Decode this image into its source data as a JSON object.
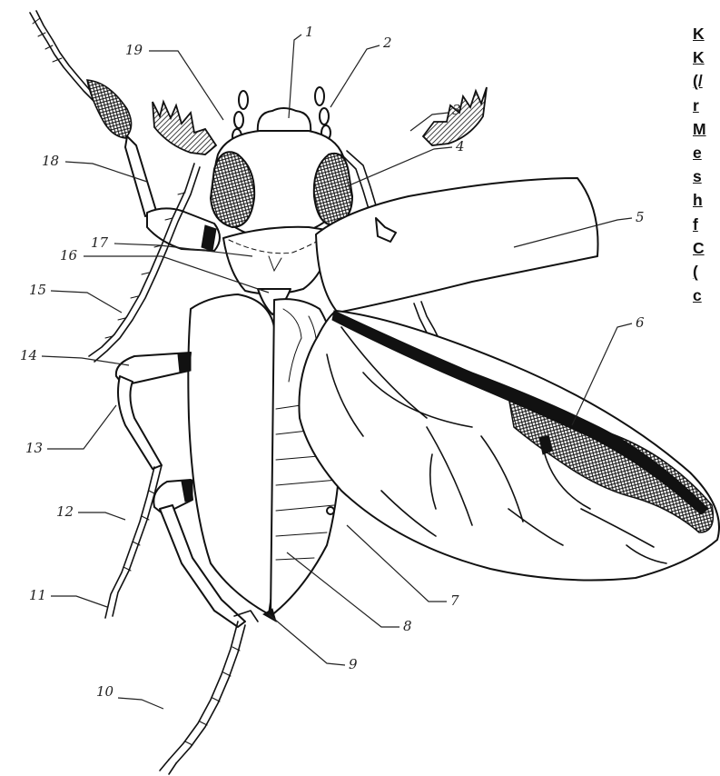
{
  "labels": [
    "1",
    "2",
    "3",
    "4",
    "5",
    "6",
    "7",
    "8",
    "9",
    "10",
    "11",
    "12",
    "13",
    "14",
    "15",
    "16",
    "17",
    "18",
    "19"
  ],
  "side_text": {
    "lines": [
      "K",
      "K",
      "(/",
      "r",
      "M",
      "e",
      "s",
      "h",
      "f",
      "C",
      "(",
      "c"
    ]
  },
  "colors": {
    "ink": "#111111",
    "background": "#ffffff"
  }
}
